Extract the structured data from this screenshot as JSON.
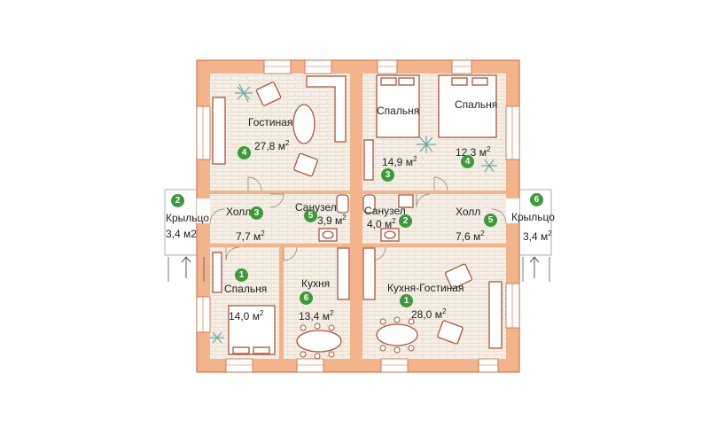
{
  "colors": {
    "wall": "#f3b48c",
    "wall_stroke": "#c26a3f",
    "floor": "#f5efe6",
    "floor_line": "#e4d6c4",
    "furniture": "#a9583c",
    "badge": "#3c9a3a"
  },
  "rooms": [
    {
      "id": "living-room-left",
      "name": "Гостиная",
      "area": "27,8 м",
      "number": "4"
    },
    {
      "id": "hall-left",
      "name": "Холл",
      "area": "7,7 м",
      "number": "3"
    },
    {
      "id": "porch-left",
      "name": "Крыльцо",
      "area": "3,4 м",
      "area_suffix": "2",
      "number": "2"
    },
    {
      "id": "bathroom-left",
      "name": "Санузел",
      "area": "3,9 м",
      "number": "5"
    },
    {
      "id": "bedroom-left",
      "name": "Спальня",
      "area": "14,0 м",
      "number": "1"
    },
    {
      "id": "kitchen-left",
      "name": "Кухня",
      "area": "13,4 м",
      "number": "6"
    },
    {
      "id": "bedroom-right-1",
      "name": "Спальня",
      "area": "14,9 м",
      "number": "3"
    },
    {
      "id": "bedroom-right-2",
      "name": "Спальня",
      "area": "12,3 м",
      "number": "4"
    },
    {
      "id": "bathroom-right",
      "name": "Санузел",
      "area": "4,0 м",
      "number": "2"
    },
    {
      "id": "hall-right",
      "name": "Холл",
      "area": "7,6 м",
      "number": "5"
    },
    {
      "id": "porch-right",
      "name": "Крыльцо",
      "area": "3,4 м",
      "number": "6"
    },
    {
      "id": "kitchen-living-right",
      "name": "Кухня-Гостиная",
      "area": "28,0 м",
      "number": "1"
    }
  ],
  "area_unit_exponent": "2"
}
